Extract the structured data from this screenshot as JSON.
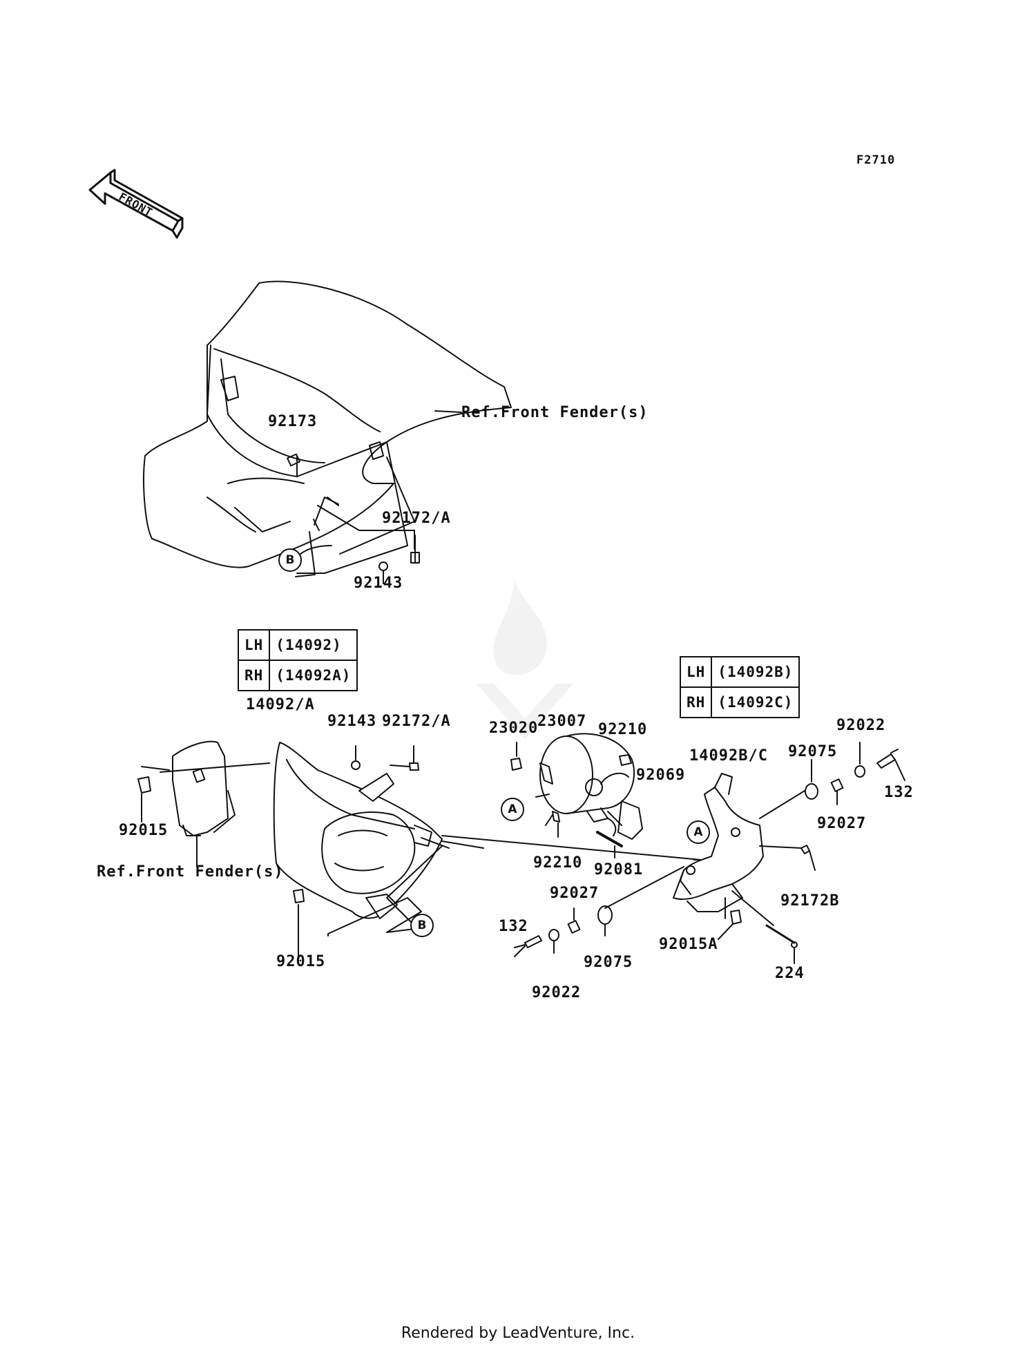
{
  "diagram_code": "F2710",
  "direction_label": "FRONT",
  "footer": "Rendered by LeadVenture, Inc.",
  "watermark_text": "LEADVENTURE",
  "refs": {
    "front_fender_top": "Ref.Front Fender(s)",
    "front_fender_left": "Ref.Front Fender(s)"
  },
  "callouts": {
    "a": "A",
    "b": "B"
  },
  "tables": [
    {
      "rows": [
        {
          "side": "LH",
          "part": "(14092)"
        },
        {
          "side": "RH",
          "part": "(14092A)"
        }
      ]
    },
    {
      "rows": [
        {
          "side": "LH",
          "part": "(14092B)"
        },
        {
          "side": "RH",
          "part": "(14092C)"
        }
      ]
    }
  ],
  "parts": {
    "p92173": "92173",
    "p92172a_top": "92172/A",
    "p92143_top": "92143",
    "p14092a": "14092/A",
    "p92143_mid": "92143",
    "p92172a_mid": "92172/A",
    "p92015_left": "92015",
    "p92015_bottom": "92015",
    "p23007": "23007",
    "p23020": "23020",
    "p92210_top": "92210",
    "p92069": "92069",
    "p92210_bottom": "92210",
    "p92081": "92081",
    "p14092bc": "14092B/C",
    "p92022_top": "92022",
    "p92075_top": "92075",
    "p132_right": "132",
    "p92027_right": "92027",
    "p92172b": "92172B",
    "p92027_bottom": "92027",
    "p132_left": "132",
    "p92075_bottom": "92075",
    "p92015a": "92015A",
    "p224": "224",
    "p92022_bottom": "92022"
  }
}
